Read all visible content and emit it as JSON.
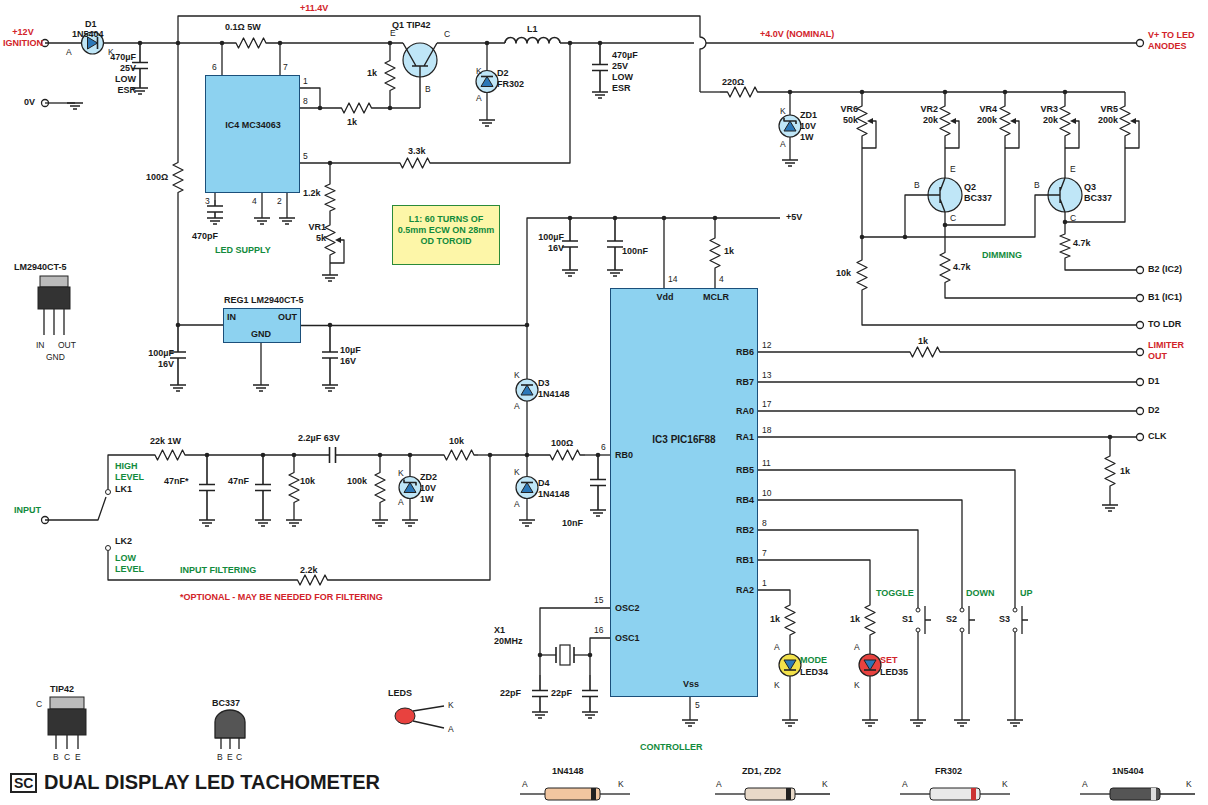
{
  "diagram": {
    "title": "DUAL DISPLAY LED TACHOMETER",
    "nodes": [
      {
        "text": [
          "IC4 MC34063"
        ]
      },
      {
        "text": [
          "L1: 60 TURNS OF 0.5mm ECW ON 28mm OD TOROID"
        ]
      },
      {
        "text": [
          "REG1 LM2940CT-5",
          "IN",
          "OUT",
          "GND"
        ]
      },
      {
        "text": [
          "IC3 PIC16F88",
          "Vdd",
          "MCLR",
          "RB6",
          "RB7",
          "RA0",
          "RA1",
          "RB5",
          "RB4",
          "RB2",
          "RB1",
          "RA2",
          "RB0",
          "OSC2",
          "OSC1",
          "Vss"
        ]
      }
    ],
    "edges": [
      {
        "from": 2,
        "to": 3,
        "arrow": "none"
      }
    ],
    "labels": [
      "+12V IGNITION",
      "0V",
      "D1",
      "1N5404",
      "A",
      "K",
      "470µF 25V LOW ESR",
      "+11.4V",
      "0.1Ω 5W",
      "6",
      "7",
      "1",
      "8",
      "5",
      "3",
      "4",
      "2",
      "100Ω",
      "470pF",
      "LED SUPPLY",
      "1.2k",
      "VR1 5k",
      "Q1 TIP42",
      "E",
      "C",
      "B",
      "1k",
      "1k",
      "3.3k",
      "D2 FR302",
      "K",
      "A",
      "L1",
      "470µF 25V LOW ESR",
      "+4.0V (NOMINAL)",
      "V+ TO LED ANODES",
      "220Ω",
      "ZD1 10V 1W",
      "K",
      "A",
      "VR6 50k",
      "VR2 20k",
      "VR4 200k",
      "VR3 20k",
      "VR5 200k",
      "E",
      "B",
      "C",
      "Q2 BC337",
      "E",
      "B",
      "C",
      "Q3 BC337",
      "4.7k",
      "4.7k",
      "10k",
      "DIMMING",
      "B2 (IC2)",
      "B1 (IC1)",
      "TO LDR",
      "LM2940CT-5",
      "IN",
      "OUT",
      "GND",
      "100µF 16V",
      "10µF 16V",
      "D3 1N4148",
      "K",
      "A",
      "D4 1N4148",
      "K",
      "A",
      "+5V",
      "100µF 16V",
      "100nF",
      "1k",
      "14",
      "4",
      "100Ω",
      "10nF",
      "6",
      "INPUT",
      "HIGH LEVEL",
      "LK1",
      "LK2",
      "LOW LEVEL",
      "22k 1W",
      "47nF*",
      "47nF",
      "10k",
      "2.2µF 63V",
      "100k",
      "ZD2 10V 1W",
      "K",
      "A",
      "10k",
      "2.2k",
      "INPUT FILTERING",
      "*OPTIONAL - MAY BE NEEDED FOR FILTERING",
      "12",
      "13",
      "17",
      "18",
      "11",
      "10",
      "8",
      "7",
      "1",
      "1k",
      "LIMITER OUT",
      "D1",
      "D2",
      "CLK",
      "1k",
      "1k",
      "1k",
      "A",
      "K",
      "MODE",
      "LED34",
      "A",
      "K",
      "SET",
      "LED35",
      "TOGGLE",
      "S1",
      "DOWN",
      "S2",
      "UP",
      "S3",
      "X1 20MHz",
      "22pF",
      "22pF",
      "15",
      "16",
      "5",
      "CONTROLLER",
      "TIP42",
      "C",
      "B",
      "C",
      "E",
      "BC337",
      "B",
      "E",
      "C",
      "LEDS",
      "K",
      "A",
      "1N4148",
      "A",
      "K",
      "ZD1, ZD2",
      "A",
      "K",
      "FR302",
      "A",
      "K",
      "1N5404",
      "A",
      "K",
      "SC"
    ]
  }
}
